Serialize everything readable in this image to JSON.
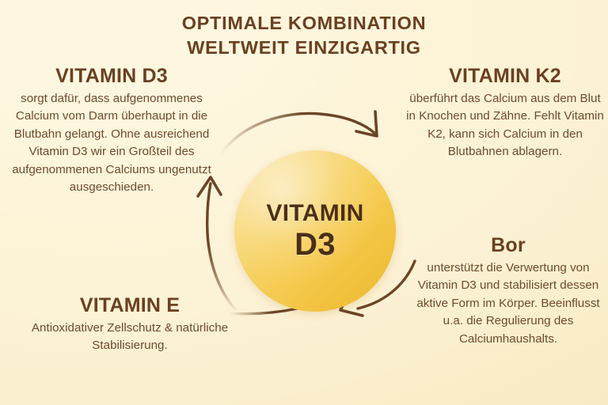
{
  "title": {
    "line1": "OPTIMALE KOMBINATION",
    "line2": "WELTWEIT EINZIGARTIG"
  },
  "center": {
    "line1": "VITAMIN",
    "line2": "D3"
  },
  "blocks": [
    {
      "id": "vitamin-d3",
      "heading": "VITAMIN D3",
      "body": "sorgt dafür, dass aufgenommenes Calcium vom Darm überhaupt in die Blutbahn gelangt. Ohne ausreichend Vitamin D3 wir ein Großteil des aufgenommenen Calciums ungenutzt ausgeschieden."
    },
    {
      "id": "vitamin-e",
      "heading": "VITAMIN E",
      "body": "Antioxidativer Zellschutz & natürliche Stabilisierung."
    },
    {
      "id": "vitamin-k2",
      "heading": "VITAMIN K2",
      "body": "überführt das Calcium aus dem Blut in Knochen und Zähne. Fehlt Vitamin K2, kann sich Calcium in den Blutbahnen ablagern."
    },
    {
      "id": "bor",
      "heading": "Bor",
      "body": "unterstützt die Verwertung von Vitamin D3 und stabilisiert dessen aktive Form im Körper.  Beeinflusst u.a. die Regulierung des Calciumhaushalts."
    }
  ],
  "arrows": [
    {
      "name": "arrow-top-right",
      "direction": "clockwise-top"
    },
    {
      "name": "arrow-bottom-left",
      "direction": "clockwise-bottom"
    },
    {
      "name": "arrow-left-up",
      "direction": "clockwise-left"
    }
  ],
  "colors": {
    "background": "#FCF3D6",
    "heading_brown": "#6A4122",
    "body_brown": "#6E4C30",
    "circle_gold_light": "#FAE39A",
    "circle_gold_dark": "#EDB92C",
    "circle_text": "#4B2F16",
    "arrow_stroke": "#6B4526"
  }
}
